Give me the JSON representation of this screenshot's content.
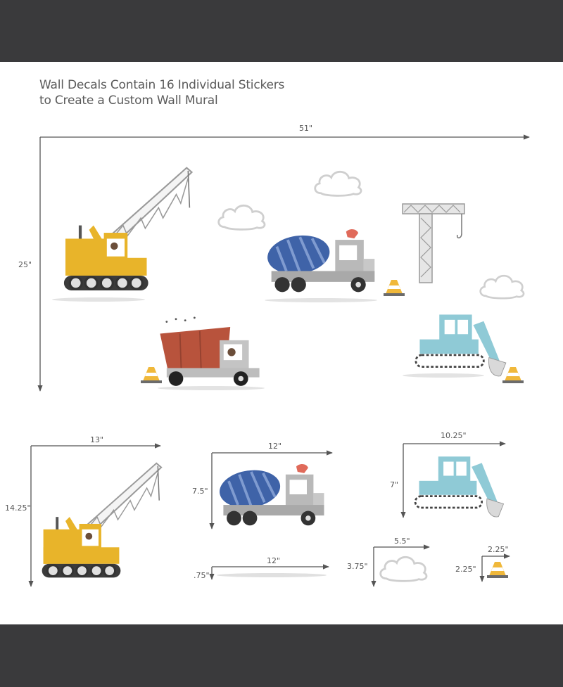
{
  "heading": {
    "line1": "Wall Decals Contain 16 Individual Stickers",
    "line2": "to Create a Custom Wall Mural"
  },
  "dimensions": {
    "mural_width": "51\"",
    "mural_height": "25\"",
    "crane_width": "13\"",
    "crane_height": "14.25\"",
    "mixer_width": "12\"",
    "mixer_height": "7.5\"",
    "excavator_width": "10.25\"",
    "excavator_height": "7\"",
    "ground_width": "12\"",
    "ground_height": ".75\"",
    "cloud_width": "5.5\"",
    "cloud_height": "3.75\"",
    "cone_width": "2.25\"",
    "cone_height": "2.25\""
  },
  "colors": {
    "crane_yellow": "#e8b42a",
    "mixer_blue": "#3f63a8",
    "dump_red": "#b8533c",
    "excavator_teal": "#8fcad6",
    "truck_gray": "#b9b9b9",
    "cone_orange": "#f0b83a",
    "arrow_gray": "#555555"
  },
  "stickers": [
    "crane-sticker",
    "cement-mixer-sticker",
    "dump-truck-sticker",
    "excavator-sticker",
    "tower-crane-sticker",
    "cloud-sticker",
    "traffic-cone-sticker",
    "ground-shadow-sticker"
  ]
}
